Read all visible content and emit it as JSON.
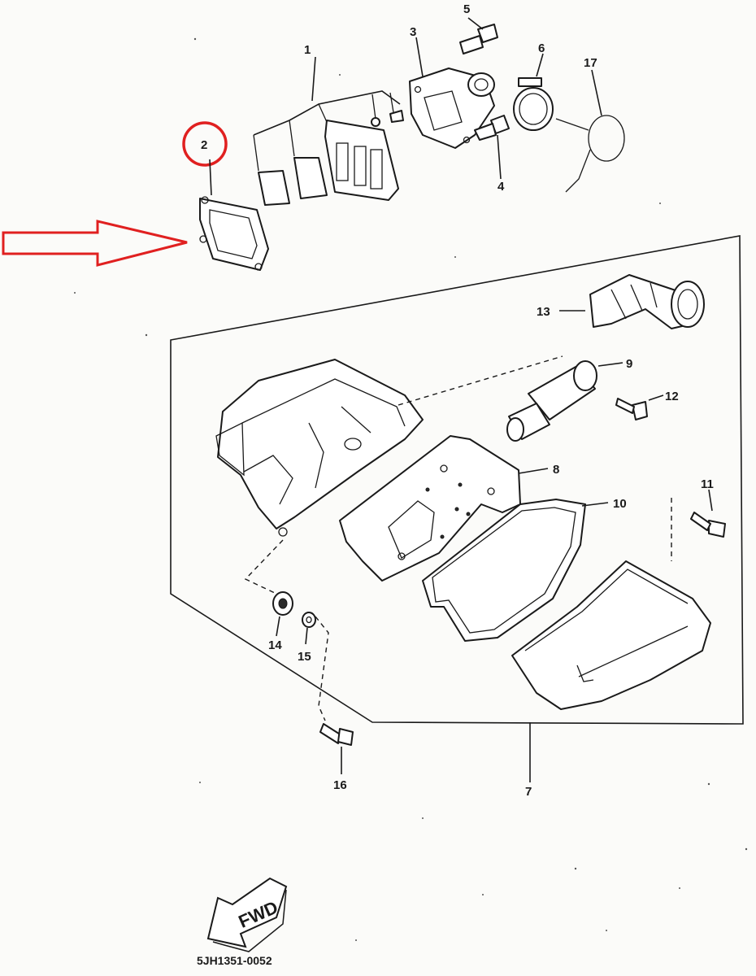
{
  "diagram": {
    "part_labels": [
      {
        "id": "p1",
        "text": "1"
      },
      {
        "id": "p2",
        "text": "2"
      },
      {
        "id": "p3",
        "text": "3"
      },
      {
        "id": "p4",
        "text": "4"
      },
      {
        "id": "p5",
        "text": "5"
      },
      {
        "id": "p6",
        "text": "6"
      },
      {
        "id": "p7",
        "text": "7"
      },
      {
        "id": "p8",
        "text": "8"
      },
      {
        "id": "p9",
        "text": "9"
      },
      {
        "id": "p10",
        "text": "10"
      },
      {
        "id": "p11",
        "text": "11"
      },
      {
        "id": "p12",
        "text": "12"
      },
      {
        "id": "p13",
        "text": "13"
      },
      {
        "id": "p14",
        "text": "14"
      },
      {
        "id": "p15",
        "text": "15"
      },
      {
        "id": "p16",
        "text": "16"
      },
      {
        "id": "p17",
        "text": "17"
      }
    ],
    "direction_badge": "FWD",
    "drawing_code": "5JH1351-0052",
    "highlighted_part": "2",
    "colors": {
      "highlight": "#e02020",
      "ink": "#1a1a1a",
      "paper": "#fbfbf9"
    }
  }
}
